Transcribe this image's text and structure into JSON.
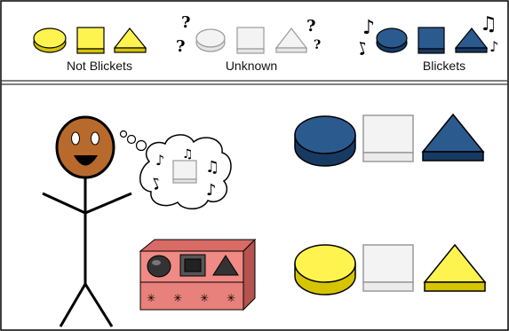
{
  "legend": {
    "not_blickets_label": "Not Blickets",
    "unknown_label": "Unknown",
    "blickets_label": "Blickets",
    "unknown_symbol": "?"
  },
  "colors": {
    "blicket_blue": "#2b5a8f",
    "blicket_blue_dark": "#173a63",
    "yellow": "#fff44f",
    "yellow_dark": "#d6c400",
    "unknown_fill": "#f3f3f3",
    "unknown_stroke": "#9a9a9a",
    "face": "#b86a2c",
    "machine": "#e8817b",
    "machine_dark": "#c9605a"
  },
  "icons": {
    "thought": "music-note-icon",
    "machine": "blicket-machine-icon"
  },
  "glyphs": {
    "eighth_note": "♪",
    "beamed_notes": "♫",
    "machine_star": "✳"
  }
}
